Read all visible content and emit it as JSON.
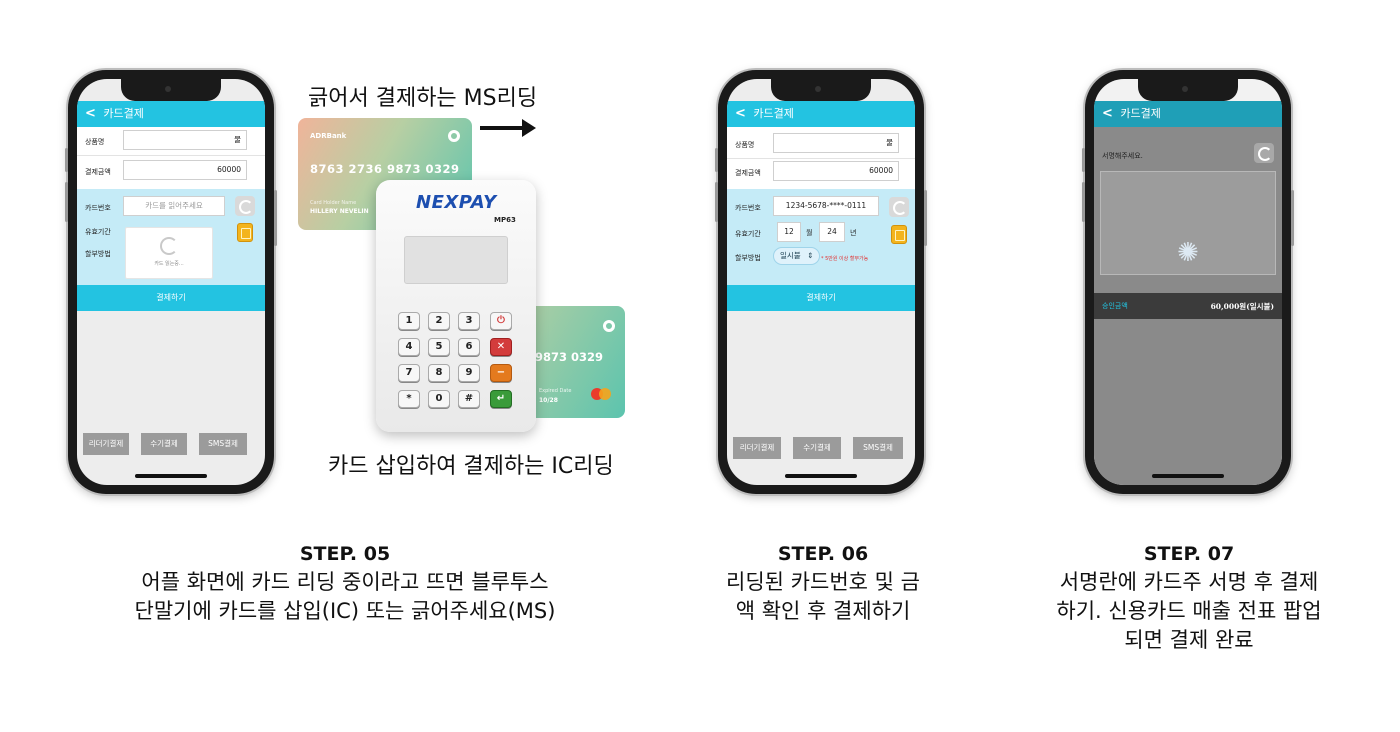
{
  "app": {
    "header_title": "카드결제",
    "labels": {
      "product": "상품명",
      "amount": "결제금액",
      "card_number": "카드번호",
      "expiry": "유효기간",
      "installment": "할부방법"
    },
    "pay_button": "결제하기",
    "bottom_tabs": [
      "리더기결제",
      "수기결제",
      "SMS결제"
    ]
  },
  "phone1": {
    "product_value": "물",
    "amount_value": "60000",
    "card_placeholder": "카드를 읽어주세요",
    "loading_text": "카드 읽는중..."
  },
  "phone2": {
    "product_value": "물",
    "amount_value": "60000",
    "card_value": "1234-5678-****-0111",
    "expiry_month": "12",
    "month_unit": "월",
    "expiry_year": "24",
    "year_unit": "년",
    "installment_value": "일시불",
    "installment_note": "* 5만원 이상 할부가능"
  },
  "phone3": {
    "sign_prompt": "서명해주세요.",
    "approved_label": "승인금액",
    "approved_value": "60,000원(일시불)"
  },
  "scene": {
    "ms_caption": "긁어서 결제하는 MS리딩",
    "ic_caption": "카드 삽입하여 결제하는 IC리딩",
    "card_back": {
      "bank": "ADRBank",
      "number": "8763 2736 9873 0329",
      "holder_label": "Card Holder Name",
      "holder_name": "HILLERY NEVELIN"
    },
    "card_front": {
      "number_partial": "9873 0329",
      "expiry_label": "Expired Date",
      "expiry_value": "10/28"
    },
    "terminal": {
      "brand": "NEXPAY",
      "model": "MP63",
      "keys": [
        "1",
        "2",
        "3",
        "⏻",
        "4",
        "5",
        "6",
        "✕",
        "7",
        "8",
        "9",
        "−",
        "*",
        "0",
        "#",
        "↵"
      ]
    }
  },
  "steps": [
    {
      "title": "STEP. 05",
      "lines": [
        "어플 화면에 카드 리딩 중이라고 뜨면 블루투스",
        "단말기에 카드를 삽입(IC) 또는 긁어주세요(MS)"
      ]
    },
    {
      "title": "STEP. 06",
      "lines": [
        "리딩된 카드번호 및 금",
        "액 확인 후 결제하기"
      ]
    },
    {
      "title": "STEP. 07",
      "lines": [
        "서명란에 카드주 서명 후 결제",
        "하기. 신용카드 매출 전표 팝업",
        "되면 결제 완료"
      ]
    }
  ],
  "colors": {
    "header": "#23c3e1",
    "form_blue": "#c5ebf7",
    "chip": "#f3b41d",
    "button_gray": "#9b9b9b"
  }
}
